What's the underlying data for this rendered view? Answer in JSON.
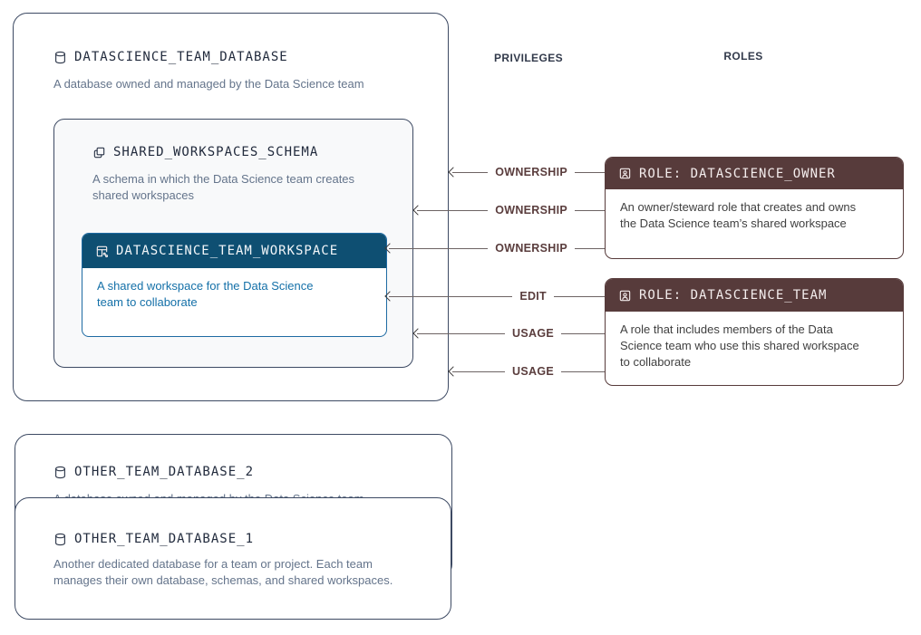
{
  "headers": {
    "privileges": "PRIVILEGES",
    "roles": "ROLES"
  },
  "database_card": {
    "title": "DATASCIENCE_TEAM_DATABASE",
    "description": "A database owned and managed by the Data Science team",
    "schema_card": {
      "title": "SHARED_WORKSPACES_SCHEMA",
      "description": "A schema in which the Data Science team creates shared workspaces",
      "workspace_card": {
        "title": "DATASCIENCE_TEAM_WORKSPACE",
        "description": "A shared workspace for the Data Science team to collaborate"
      }
    }
  },
  "arrows": [
    {
      "label": "OWNERSHIP",
      "target": "database-card"
    },
    {
      "label": "OWNERSHIP",
      "target": "schema-card"
    },
    {
      "label": "OWNERSHIP",
      "target": "workspace-card"
    },
    {
      "label": "EDIT",
      "target": "workspace-card"
    },
    {
      "label": "USAGE",
      "target": "schema-card"
    },
    {
      "label": "USAGE",
      "target": "database-card"
    }
  ],
  "roles": [
    {
      "title": "ROLE: DATASCIENCE_OWNER",
      "description": "An owner/steward role that creates and owns the Data Science team’s shared workspace"
    },
    {
      "title": "ROLE: DATASCIENCE_TEAM",
      "description": "A role that includes members of the Data Science team who use this shared workspace to collaborate"
    }
  ],
  "other_databases": [
    {
      "title": "OTHER_TEAM_DATABASE_2",
      "description": "A database owned and managed by the Data Science team"
    },
    {
      "title": "OTHER_TEAM_DATABASE_1",
      "description": "Another dedicated database for a team or project. Each team manages their own database, schemas, and shared workspaces."
    }
  ],
  "colors": {
    "card_border": "#3d4a63",
    "schema_bg": "#f8f9fa",
    "workspace_header": "#0e4f72",
    "workspace_border": "#1e6ba3",
    "workspace_text": "#1470a8",
    "role_header": "#573b3b",
    "privilege_label": "#5a3d3d",
    "description_text": "#64748b"
  }
}
